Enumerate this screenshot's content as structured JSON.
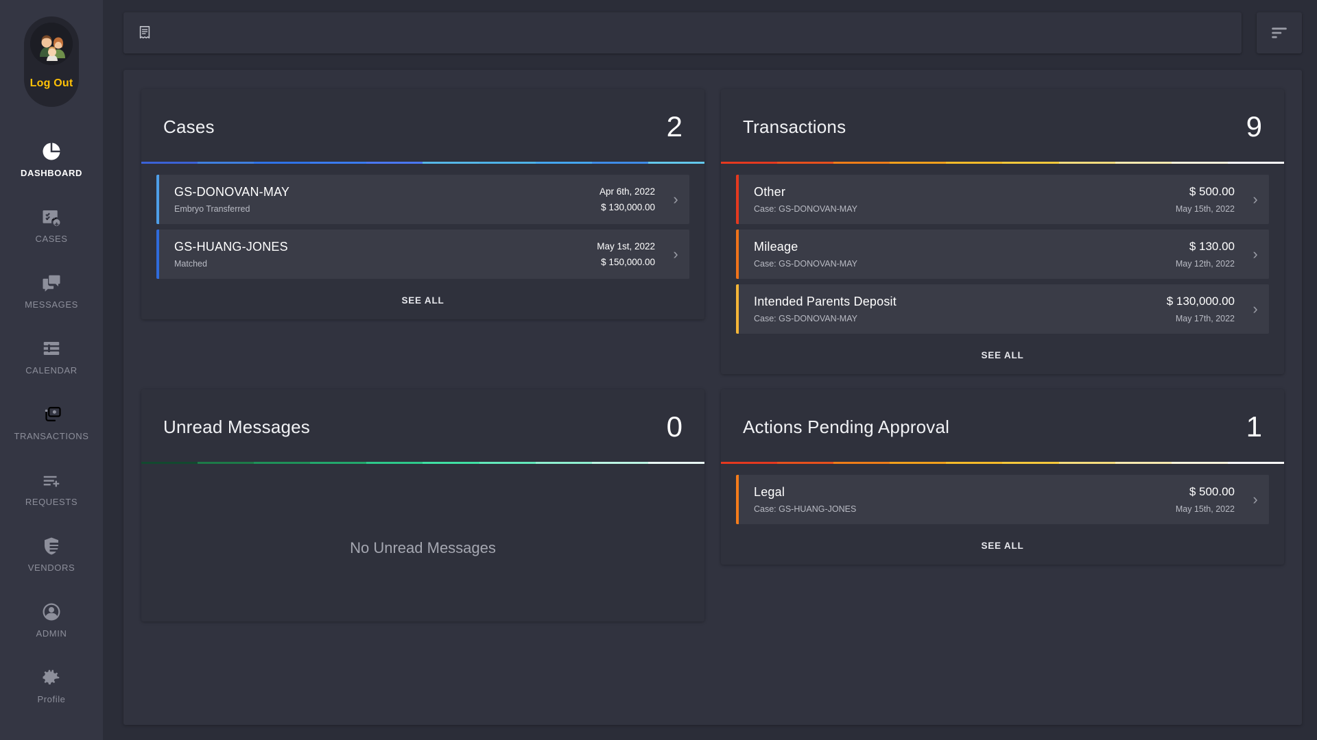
{
  "sidebar": {
    "logout_label": "Log Out",
    "items": [
      {
        "label": "DASHBOARD",
        "icon": "pie-chart-icon",
        "active": true
      },
      {
        "label": "CASES",
        "icon": "case-check-icon",
        "active": false
      },
      {
        "label": "MESSAGES",
        "icon": "chat-bubbles-icon",
        "active": false
      },
      {
        "label": "CALENDAR",
        "icon": "calendar-icon",
        "active": false
      },
      {
        "label": "TRANSACTIONS",
        "icon": "transactions-icon",
        "active": false
      },
      {
        "label": "REQUESTS",
        "icon": "list-plus-icon",
        "active": false
      },
      {
        "label": "VENDORS",
        "icon": "vendors-icon",
        "active": false
      },
      {
        "label": "ADMIN",
        "icon": "user-circle-icon",
        "active": false
      },
      {
        "label": "Profile",
        "icon": "gear-icon",
        "active": false
      }
    ]
  },
  "topbar": {
    "search_value": "",
    "search_icon": "receipt-icon",
    "sort_icon": "sort-lines-icon"
  },
  "labels": {
    "see_all": "SEE ALL"
  },
  "colors": {
    "accent_yellow": "#ffc107",
    "cases_bar": [
      "#3b62d6",
      "#3f7fe0",
      "#2f73e8",
      "#3a7bf0",
      "#4a78f5",
      "#56b8e8",
      "#4fb3e8",
      "#44a6ef",
      "#3f8ce8",
      "#63c8ec"
    ],
    "transactions_bar": [
      "#e5391f",
      "#e8501d",
      "#ef7d18",
      "#f2a01c",
      "#f6bb29",
      "#f7c93c",
      "#f9dd7e",
      "#fbeab0",
      "#fdf5dd",
      "#ffffff"
    ],
    "messages_bar": [
      "#12492f",
      "#1d7a48",
      "#1f9159",
      "#23a86d",
      "#2ec98b",
      "#40e0a4",
      "#63e9bb",
      "#8ff0d0",
      "#bdf6e4",
      "#eafaf5"
    ],
    "approval_bar": [
      "#e5391f",
      "#e8501d",
      "#ef7d18",
      "#f2a01c",
      "#f6bb29",
      "#f7c93c",
      "#f9dd7e",
      "#fbeab0",
      "#fdf5dd",
      "#ffffff"
    ],
    "row_blue_light": "#4f9fe8",
    "row_blue_deep": "#2f6bdc",
    "row_red": "#e5391f",
    "row_orange": "#f0731a",
    "row_amber": "#f5b638",
    "row_legal_orange": "#f57c1b"
  },
  "cards": {
    "cases": {
      "title": "Cases",
      "count": "2",
      "rows": [
        {
          "title": "GS-DONOVAN-MAY",
          "subtitle": "Embryo Transferred",
          "date": "Apr 6th, 2022",
          "amount": "$ 130,000.00",
          "accent": "#4f9fe8"
        },
        {
          "title": "GS-HUANG-JONES",
          "subtitle": "Matched",
          "date": "May 1st, 2022",
          "amount": "$ 150,000.00",
          "accent": "#2f6bdc"
        }
      ]
    },
    "transactions": {
      "title": "Transactions",
      "count": "9",
      "rows": [
        {
          "title": "Other",
          "subtitle": "Case: GS-DONOVAN-MAY",
          "amount": "$ 500.00",
          "date": "May 15th, 2022",
          "accent": "#e5391f"
        },
        {
          "title": "Mileage",
          "subtitle": "Case: GS-DONOVAN-MAY",
          "amount": "$ 130.00",
          "date": "May 12th, 2022",
          "accent": "#f0731a"
        },
        {
          "title": "Intended Parents Deposit",
          "subtitle": "Case: GS-DONOVAN-MAY",
          "amount": "$ 130,000.00",
          "date": "May 17th, 2022",
          "accent": "#f5b638"
        }
      ]
    },
    "unread_messages": {
      "title": "Unread Messages",
      "count": "0",
      "empty_text": "No Unread Messages"
    },
    "actions_pending": {
      "title": "Actions Pending Approval",
      "count": "1",
      "rows": [
        {
          "title": "Legal",
          "subtitle": "Case: GS-HUANG-JONES",
          "amount": "$ 500.00",
          "date": "May 15th, 2022",
          "accent": "#f57c1b"
        }
      ]
    }
  }
}
